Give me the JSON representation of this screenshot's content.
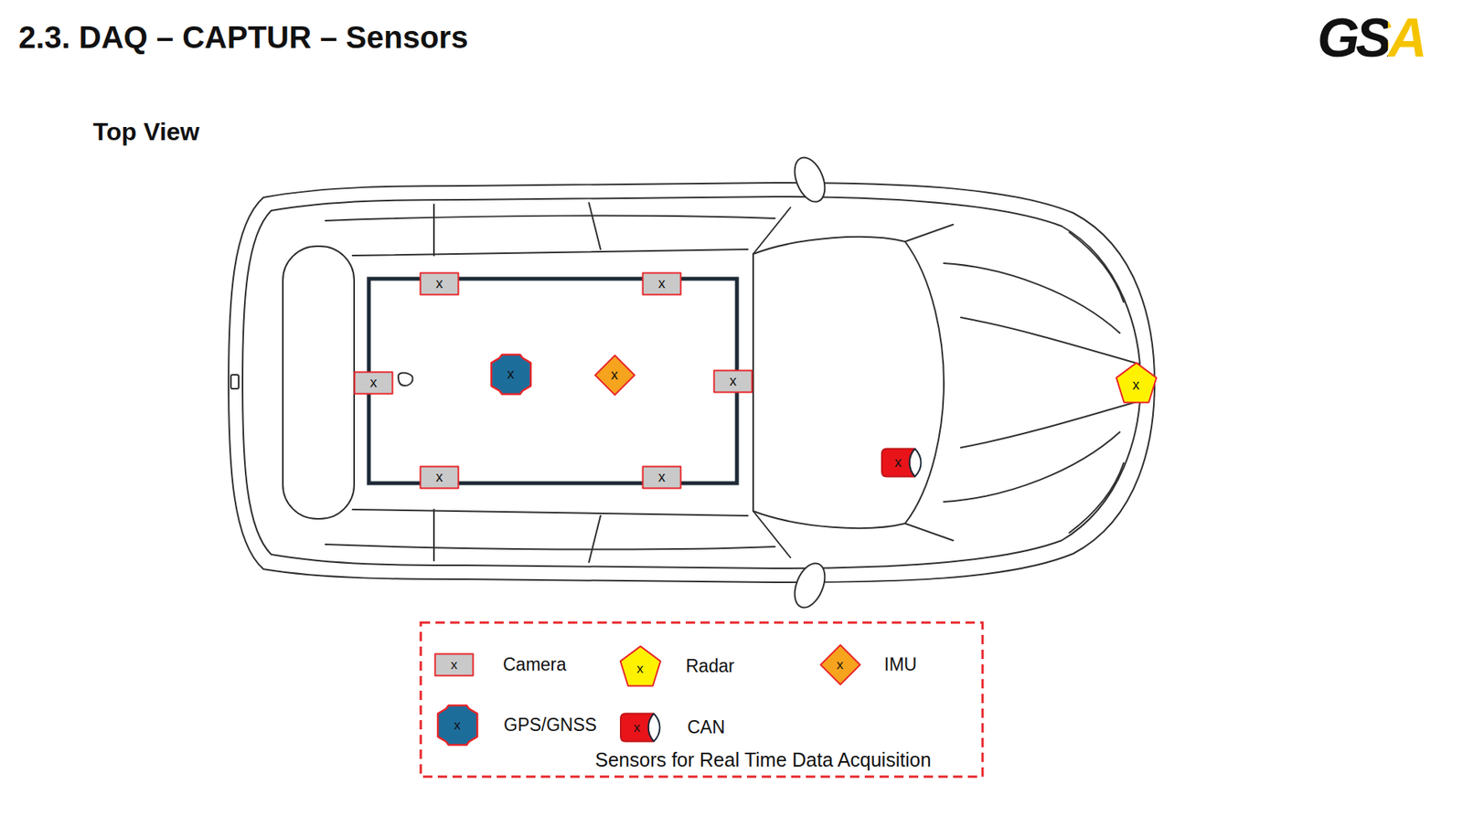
{
  "diagram": {
    "title": "2.3. DAQ – CAPTUR – Sensors",
    "nodes": [
      {
        "text": [
          "x"
        ]
      },
      {
        "text": [
          "x"
        ]
      },
      {
        "text": [
          "x"
        ]
      },
      {
        "text": [
          "x"
        ]
      },
      {
        "text": [
          "x"
        ]
      },
      {
        "text": [
          "x"
        ]
      },
      {
        "text": [
          "x"
        ]
      },
      {
        "text": [
          "x"
        ]
      },
      {
        "text": [
          "x"
        ]
      },
      {
        "text": [
          "x"
        ]
      }
    ],
    "labels": [
      "GSA",
      "Top View",
      "x",
      "x",
      "x",
      "x",
      "x",
      "Sensors for Real Time Data Acquisition"
    ],
    "legend": [
      {
        "text": "Camera"
      },
      {
        "text": "Radar"
      },
      {
        "text": "IMU"
      },
      {
        "text": "GPS/GNSS"
      },
      {
        "text": "CAN"
      }
    ]
  }
}
